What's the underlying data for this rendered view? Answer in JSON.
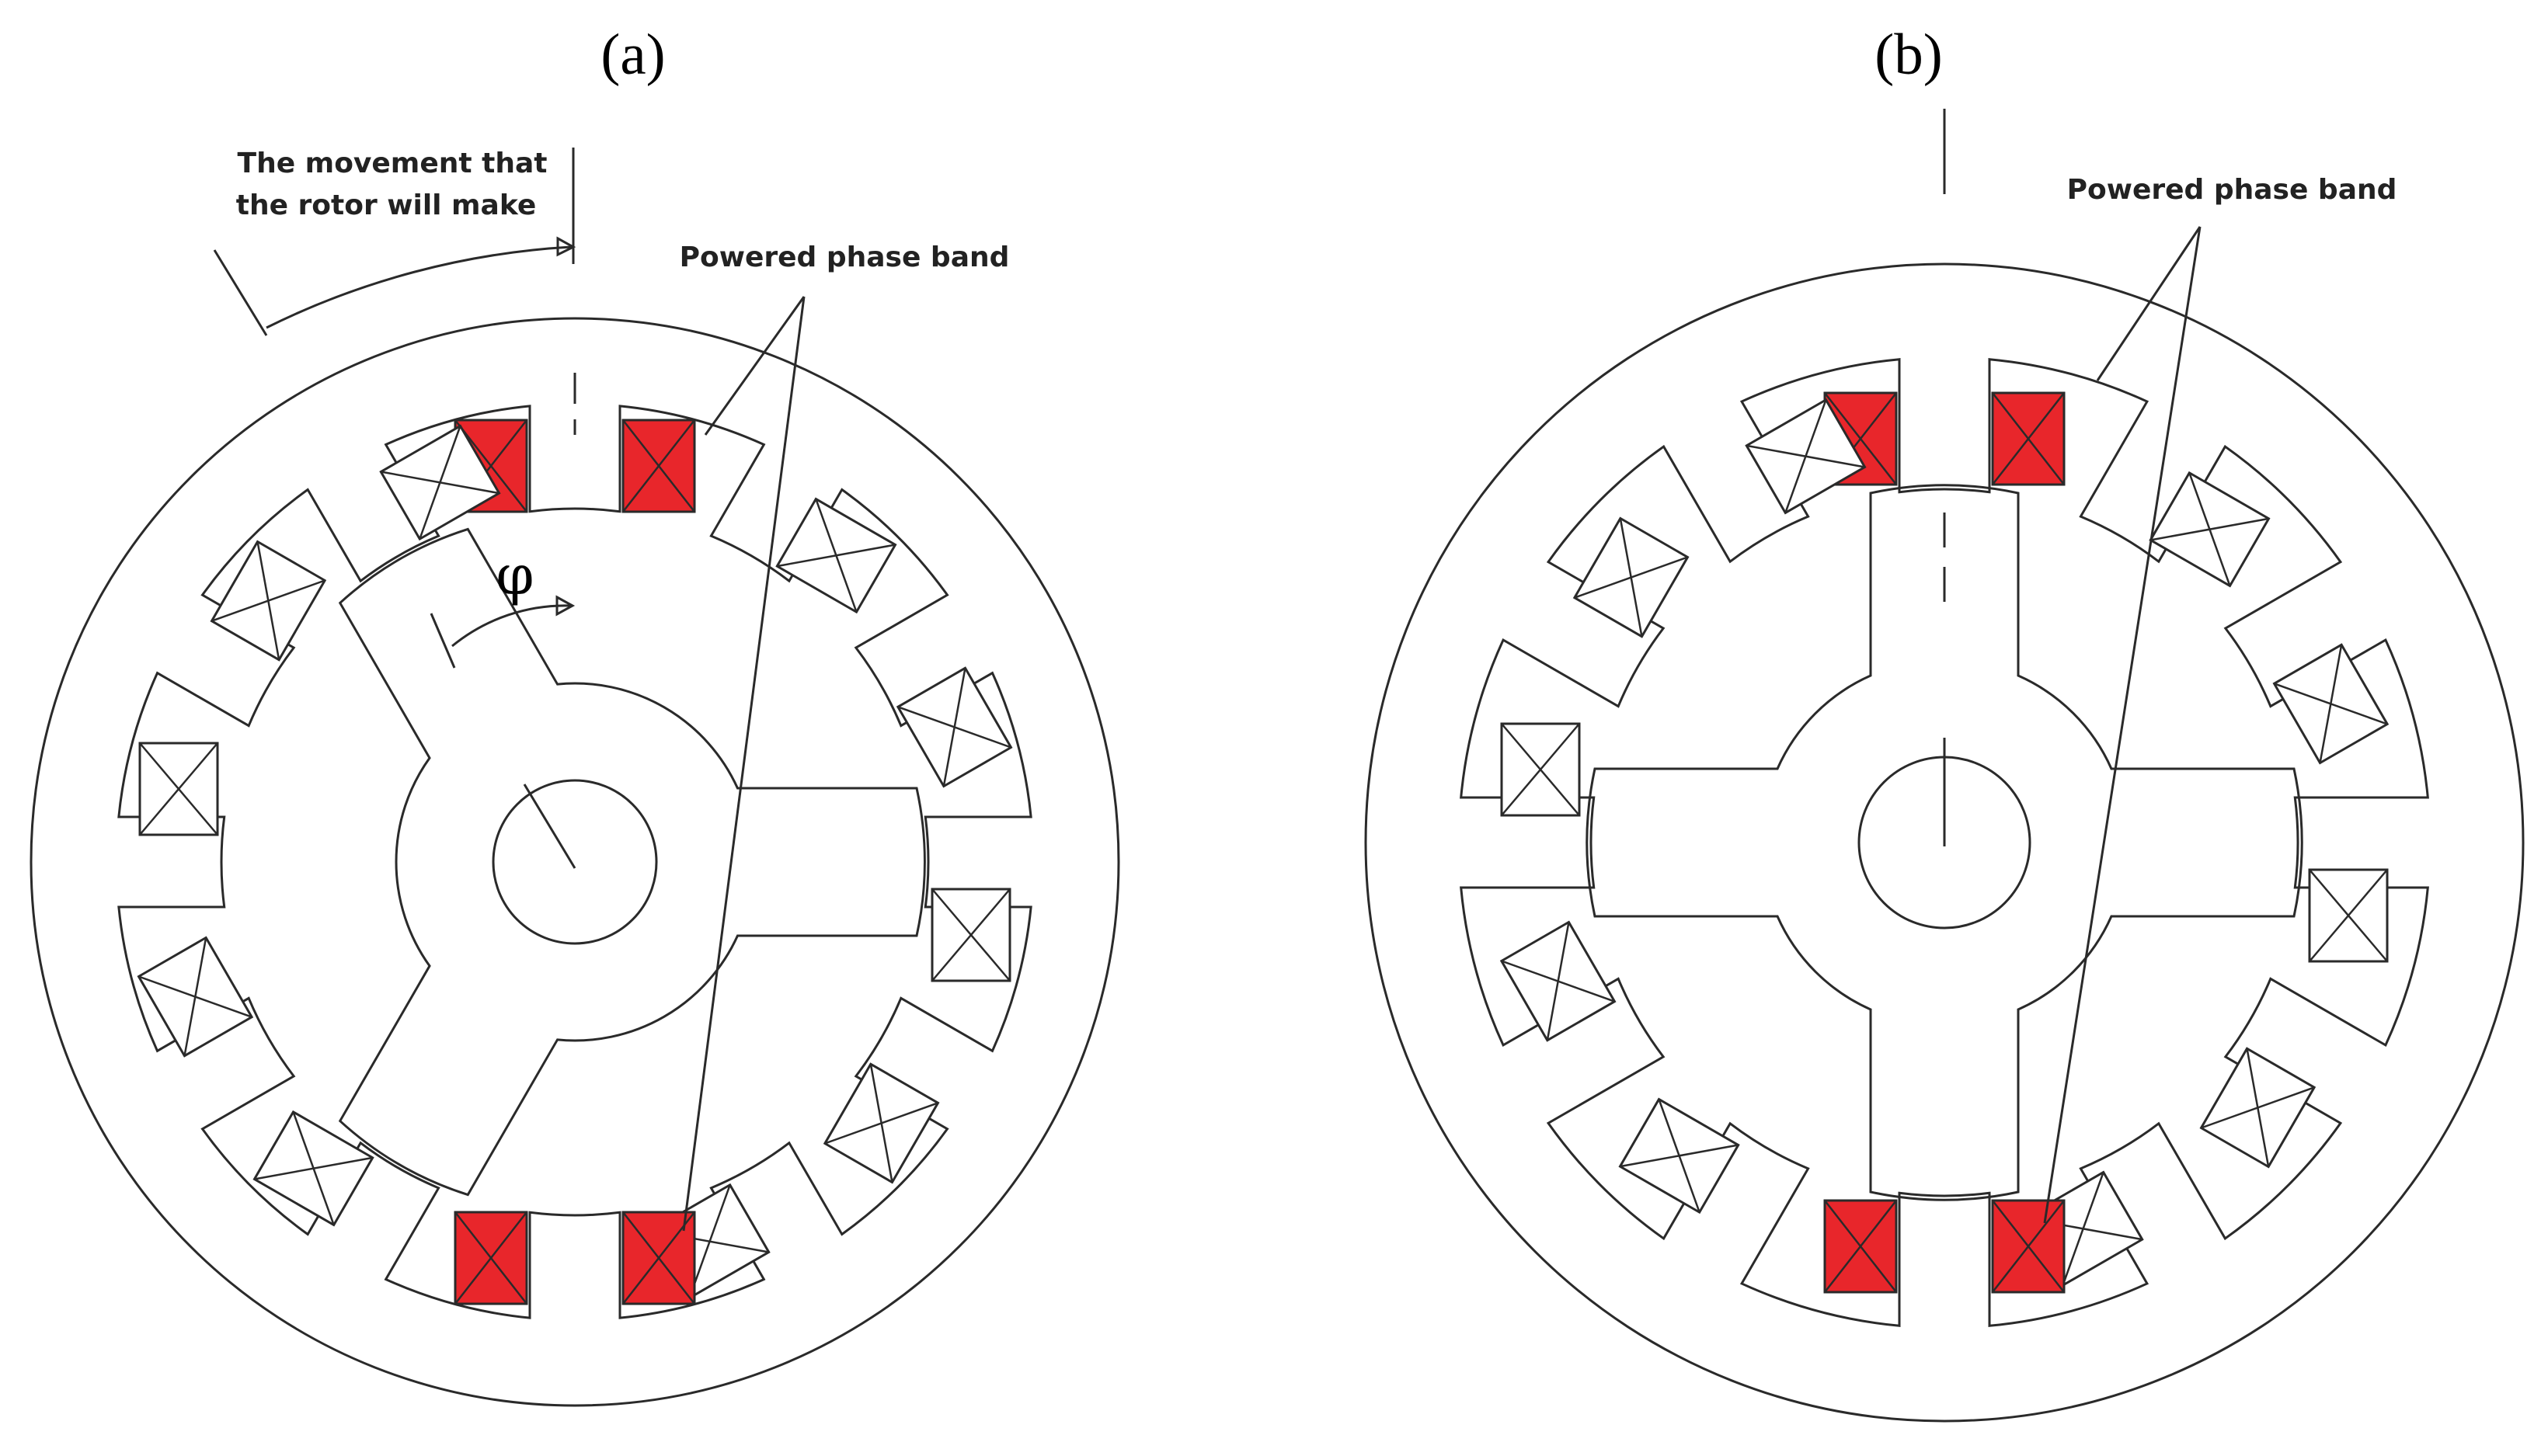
{
  "panels": [
    {
      "label": "(a)",
      "rotor_poles": 3,
      "annotations": {
        "movement_line1": "The movement that",
        "movement_line2": "the rotor will make",
        "powered_phase": "Powered phase band",
        "angle_symbol": "φ"
      }
    },
    {
      "label": "(b)",
      "rotor_poles": 4,
      "annotations": {
        "powered_phase": "Powered phase band"
      }
    }
  ],
  "stator_poles": 12,
  "colors": {
    "powered_coil": "#e8262b",
    "line": "#2a2a2a",
    "background": "#ffffff"
  }
}
